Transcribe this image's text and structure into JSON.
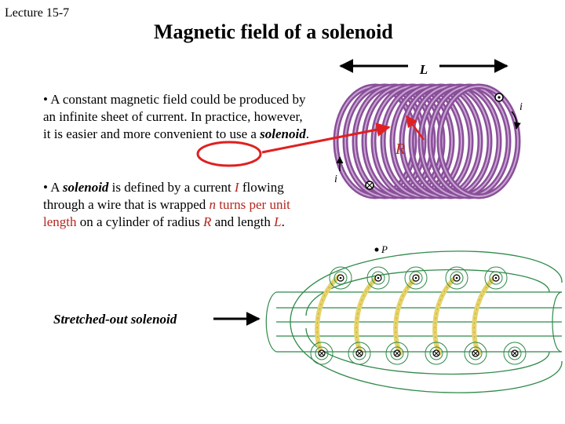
{
  "header": {
    "lecture": "Lecture 15-7",
    "title": "Magnetic field of a solenoid"
  },
  "para1": {
    "bullet": "• ",
    "text": "A constant magnetic field could be produced by an infinite sheet of current. In practice, however, it is easier and more convenient to use a ",
    "keyword": "solenoid",
    "end": "."
  },
  "para2": {
    "bullet": "• ",
    "t1": "A ",
    "keyword": "solenoid",
    "t2": " is defined by a current ",
    "I": "I",
    "t3": " flowing through a wire that is wrapped ",
    "n": "n",
    "t4": " ",
    "turns": "turns per unit length",
    "t5": " on a cylinder of radius ",
    "R": "R",
    "t6": " and length ",
    "L": "L",
    "t7": "."
  },
  "stretched_label": "Stretched-out solenoid",
  "diagram": {
    "length_label": "L",
    "radius_label": "R",
    "current_label_top": "i",
    "current_label_bottom": "i",
    "point_label": "P",
    "coil_turns": 12,
    "wire_loops": 5
  },
  "colors": {
    "coil": "#8a4f99",
    "coil_light": "#c9a6d4",
    "field_line": "#2f8a4a",
    "wire": "#e6d36a",
    "callout": "#e02020",
    "red_text": "#b3261e"
  }
}
